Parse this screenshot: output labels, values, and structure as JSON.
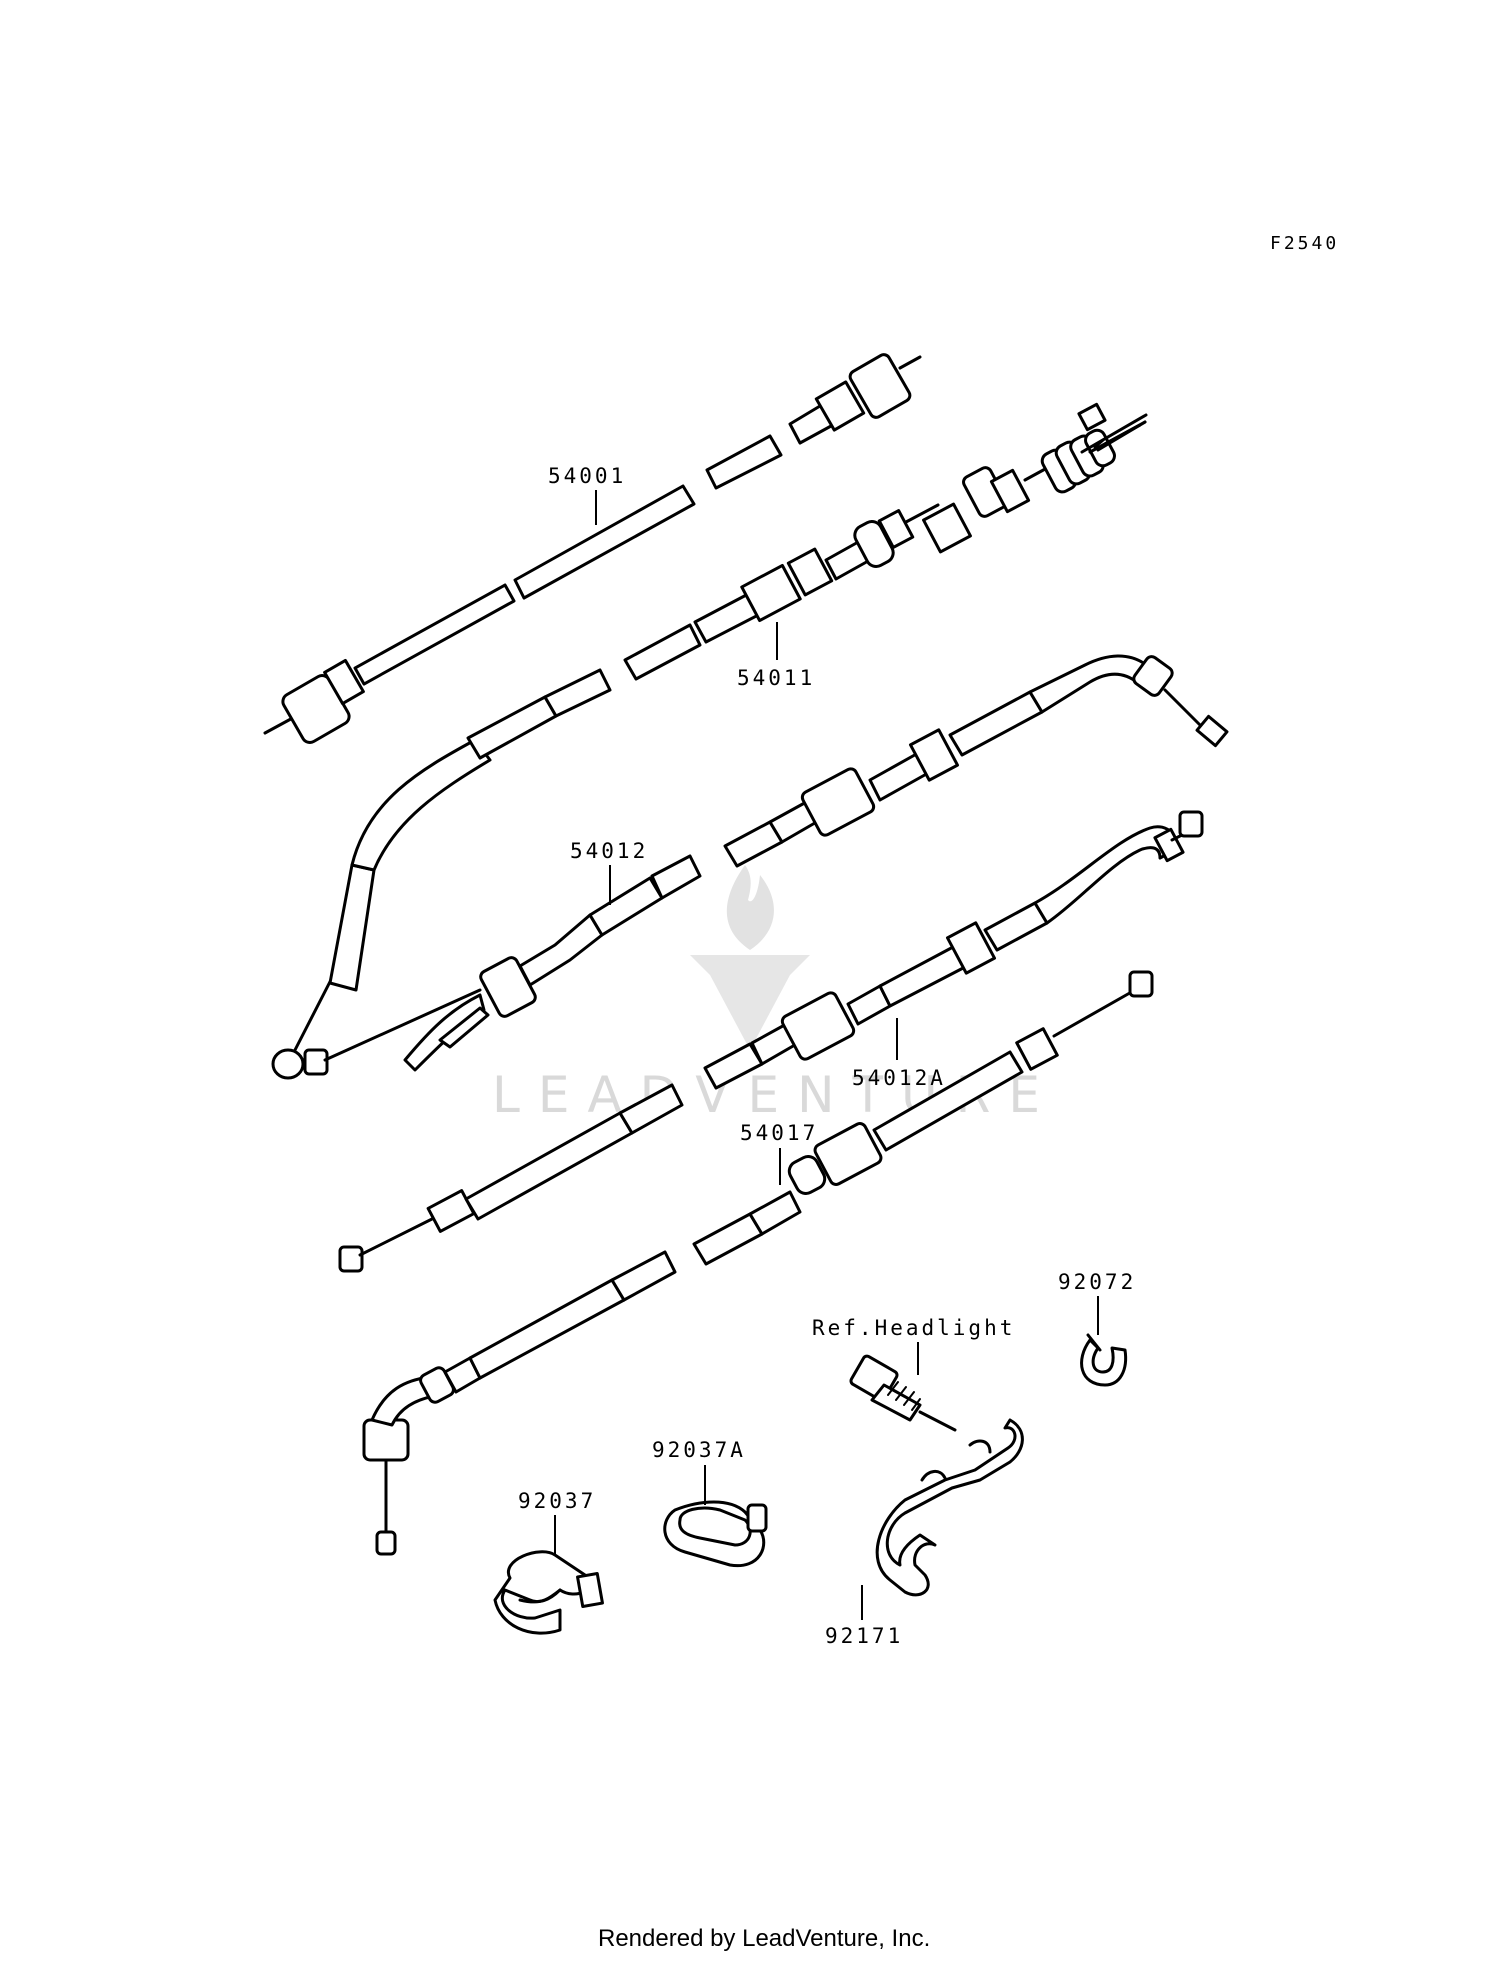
{
  "diagram_code": "F2540",
  "parts": [
    {
      "id": "54001",
      "label": "54001"
    },
    {
      "id": "54011",
      "label": "54011"
    },
    {
      "id": "54012",
      "label": "54012"
    },
    {
      "id": "54012A",
      "label": "54012A"
    },
    {
      "id": "54017",
      "label": "54017"
    },
    {
      "id": "92072",
      "label": "92072"
    },
    {
      "id": "ref-headlight",
      "label": "Ref.Headlight"
    },
    {
      "id": "92037A",
      "label": "92037A"
    },
    {
      "id": "92037",
      "label": "92037"
    },
    {
      "id": "92171",
      "label": "92171"
    }
  ],
  "watermark": "LEADVENTURE",
  "footer": "Rendered by LeadVenture, Inc."
}
